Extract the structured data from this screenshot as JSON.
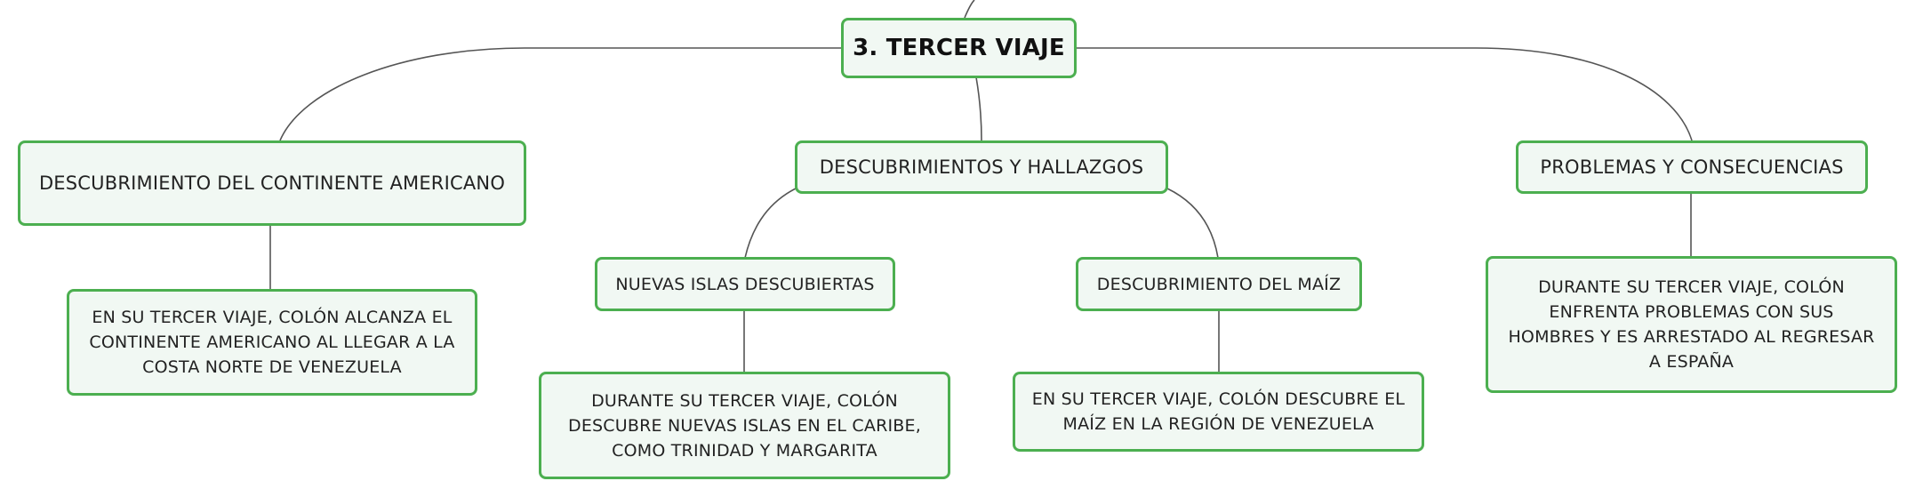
{
  "map": {
    "root": "3. TERCER VIAJE",
    "branches": {
      "left": {
        "title": "DESCUBRIMIENTO DEL CONTINENTE AMERICANO",
        "detail": "EN SU TERCER VIAJE, COLÓN ALCANZA EL CONTINENTE AMERICANO AL LLEGAR A LA COSTA NORTE DE VENEZUELA"
      },
      "center": {
        "title": "DESCUBRIMIENTOS Y HALLAZGOS",
        "sub_left": {
          "title": "NUEVAS ISLAS DESCUBIERTAS",
          "detail": "DURANTE SU TERCER VIAJE, COLÓN DESCUBRE NUEVAS ISLAS EN EL CARIBE, COMO TRINIDAD Y MARGARITA"
        },
        "sub_right": {
          "title": "DESCUBRIMIENTO DEL MAÍZ",
          "detail": "EN SU TERCER VIAJE, COLÓN DESCUBRE EL MAÍZ EN LA REGIÓN DE VENEZUELA"
        }
      },
      "right": {
        "title": "PROBLEMAS Y CONSECUENCIAS",
        "detail": "DURANTE SU TERCER VIAJE, COLÓN ENFRENTA PROBLEMAS CON SUS HOMBRES Y ES ARRESTADO AL REGRESAR A ESPAÑA"
      }
    }
  },
  "colors": {
    "node_border": "#4caf50",
    "node_fill": "#f1f8f3",
    "connector": "#555555",
    "text": "#222222"
  }
}
